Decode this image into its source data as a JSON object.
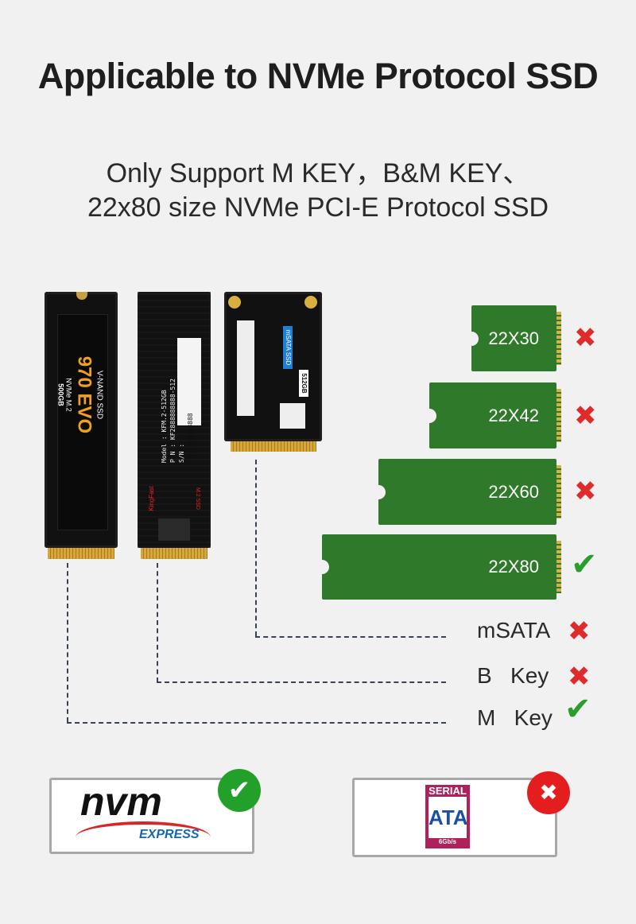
{
  "title": "Applicable to NVMe Protocol SSD",
  "subtitle": {
    "line1": "Only Support M KEY，B&M KEY、",
    "line2": "22x80 size NVMe PCI-E Protocol SSD"
  },
  "ssds": [
    {
      "brand_line": "V-NAND SSD",
      "model": "970 EVO",
      "type": "NVMe M.2",
      "capacity": "500GB"
    },
    {
      "model": "Model : KFM.2-512GB",
      "pn": "P N : KF2888888888-512",
      "sn": "S/N :",
      "serial": "Y190309208888",
      "brand": "KingFast",
      "tag": "M.2 SSD"
    },
    {
      "label": "mSATA SSD",
      "capacity": "512GB"
    }
  ],
  "sizes": [
    {
      "label": "22X30",
      "supported": false
    },
    {
      "label": "22X42",
      "supported": false
    },
    {
      "label": "22X60",
      "supported": false
    },
    {
      "label": "22X80",
      "supported": true
    }
  ],
  "interfaces": [
    {
      "label": "mSATA",
      "supported": false
    },
    {
      "label": "B   Key",
      "supported": false
    },
    {
      "label": "M   Key",
      "supported": true
    }
  ],
  "logos": {
    "nvme": {
      "text": "nvm",
      "sub": "EXPRESS",
      "supported": true
    },
    "sata": {
      "top": "SERIAL",
      "main": "ATA",
      "speed": "6Gb/s",
      "supported": false
    }
  },
  "colors": {
    "green_card": "#2f7a2a",
    "check": "#2a9d2a",
    "cross": "#e02b2b"
  },
  "icons": {
    "check": "✔",
    "cross": "✖"
  }
}
